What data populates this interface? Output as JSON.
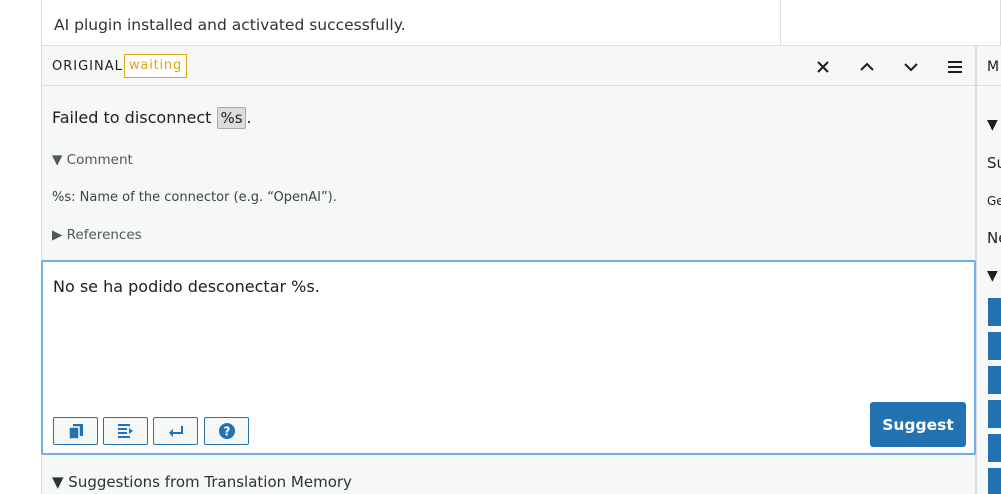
{
  "previous_row": {
    "text": "AI plugin installed and activated successfully."
  },
  "editor": {
    "original_label": "ORIGINAL",
    "status": "waiting",
    "original_before": "Failed to disconnect ",
    "original_placeholder": "%s",
    "original_after": ".",
    "comment_toggle": "▼ Comment",
    "comment_text": "%s: Name of the connector (e.g. “OpenAI”).",
    "references_toggle": "▶ References",
    "translation_value": "No se ha podido desconectar %s.",
    "suggest_label": "Suggest",
    "tm_toggle": "▼ Suggestions from Translation Memory"
  },
  "header_icons": [
    "close-icon",
    "chevron-up-icon",
    "chevron-down-icon",
    "menu-icon"
  ],
  "toolbar_icons": [
    "copy-original-icon",
    "insert-tab-icon",
    "insert-newline-icon",
    "help-icon"
  ],
  "sidebar": {
    "header": "M",
    "toggle1": "▼",
    "line1": "Su",
    "line2": "Ge",
    "line3": "Ne",
    "toggle2": "▼"
  },
  "colors": {
    "accent": "#2271b1",
    "waiting": "#dba617",
    "focus": "#72aee6"
  }
}
